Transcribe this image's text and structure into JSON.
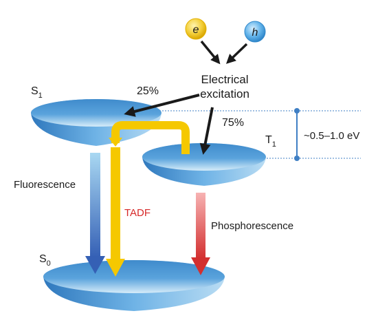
{
  "carriers": {
    "electron": "e",
    "hole": "h"
  },
  "excitation_label_line1": "Electrical",
  "excitation_label_line2": "excitation",
  "percent_singlet": "25%",
  "percent_triplet": "75%",
  "levels": {
    "s1_letter": "S",
    "s1_sub": "1",
    "t1_letter": "T",
    "t1_sub": "1",
    "s0_letter": "S",
    "s0_sub": "0"
  },
  "energy_gap": "~0.5–1.0 eV",
  "processes": {
    "fluorescence": "Fluorescence",
    "tadf": "TADF",
    "phosphorescence": "Phosphorescence"
  },
  "colors": {
    "disc_top": "#5a9fd6",
    "disc_bottom": "#cfe6f6",
    "tadf_yellow": "#f5c800",
    "tadf_label": "#d62828",
    "phosphorescence_red": "#d93434",
    "fluorescence_blue": "#3a66b8",
    "arrow_black": "#1a1a1a",
    "gap_line": "#3f7fc4"
  }
}
